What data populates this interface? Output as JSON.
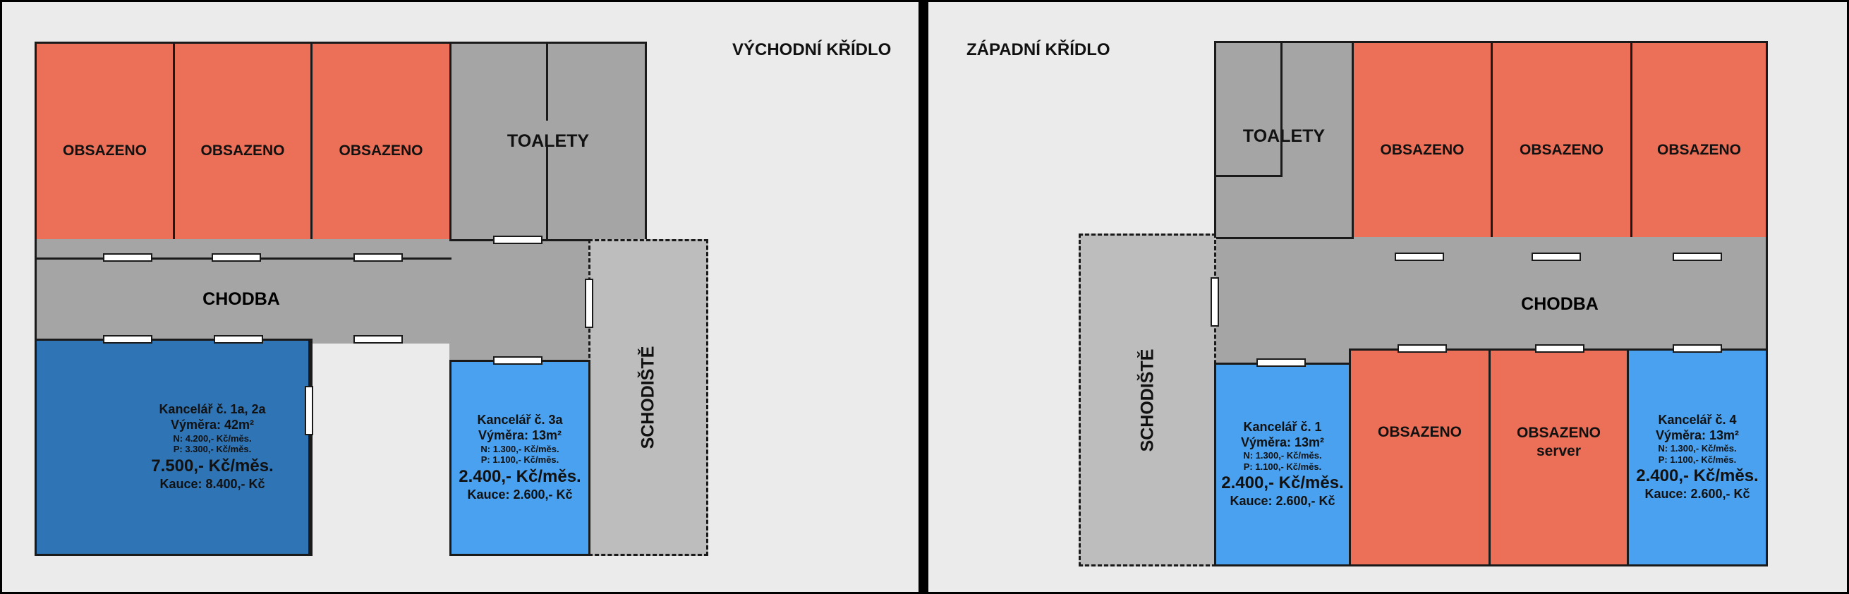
{
  "east_wing": {
    "title": "VÝCHODNÍ KŘÍDLO",
    "occupied_1": "OBSAZENO",
    "occupied_2": "OBSAZENO",
    "occupied_3": "OBSAZENO",
    "toilets": "TOALETY",
    "corridor": "CHODBA",
    "stairs": "SCHODIŠTĚ",
    "office_1a2a": {
      "name": "Kancelář č. 1a, 2a",
      "area": "Výměra: 42m²",
      "n_cost": "N: 4.200,- Kč/měs.",
      "p_cost": "P: 3.300,- Kč/měs.",
      "price": "7.500,- Kč/měs.",
      "deposit": "Kauce: 8.400,- Kč"
    },
    "office_3a": {
      "name": "Kancelář č. 3a",
      "area": "Výměra: 13m²",
      "n_cost": "N: 1.300,- Kč/měs.",
      "p_cost": "P: 1.100,- Kč/měs.",
      "price": "2.400,- Kč/měs.",
      "deposit": "Kauce: 2.600,- Kč"
    }
  },
  "west_wing": {
    "title": "ZÁPADNÍ KŘÍDLO",
    "toilets": "TOALETY",
    "occupied_1": "OBSAZENO",
    "occupied_2": "OBSAZENO",
    "occupied_3": "OBSAZENO",
    "corridor": "CHODBA",
    "stairs": "SCHODIŠTĚ",
    "occupied_4": "OBSAZENO",
    "occupied_server": "OBSAZENO",
    "server": "server",
    "office_1": {
      "name": "Kancelář č. 1",
      "area": "Výměra: 13m²",
      "n_cost": "N: 1.300,- Kč/měs.",
      "p_cost": "P: 1.100,- Kč/měs.",
      "price": "2.400,- Kč/měs.",
      "deposit": "Kauce: 2.600,- Kč"
    },
    "office_4": {
      "name": "Kancelář č. 4",
      "area": "Výměra: 13m²",
      "n_cost": "N: 1.300,- Kč/měs.",
      "p_cost": "P: 1.100,- Kč/měs.",
      "price": "2.400,- Kč/měs.",
      "deposit": "Kauce: 2.600,- Kč"
    }
  },
  "colors": {
    "occupied": "#ec6f57",
    "office_available": "#4aa1ef",
    "office_large": "#2f74b5",
    "common": "#a5a5a5",
    "stairs": "#bdbdbd"
  }
}
